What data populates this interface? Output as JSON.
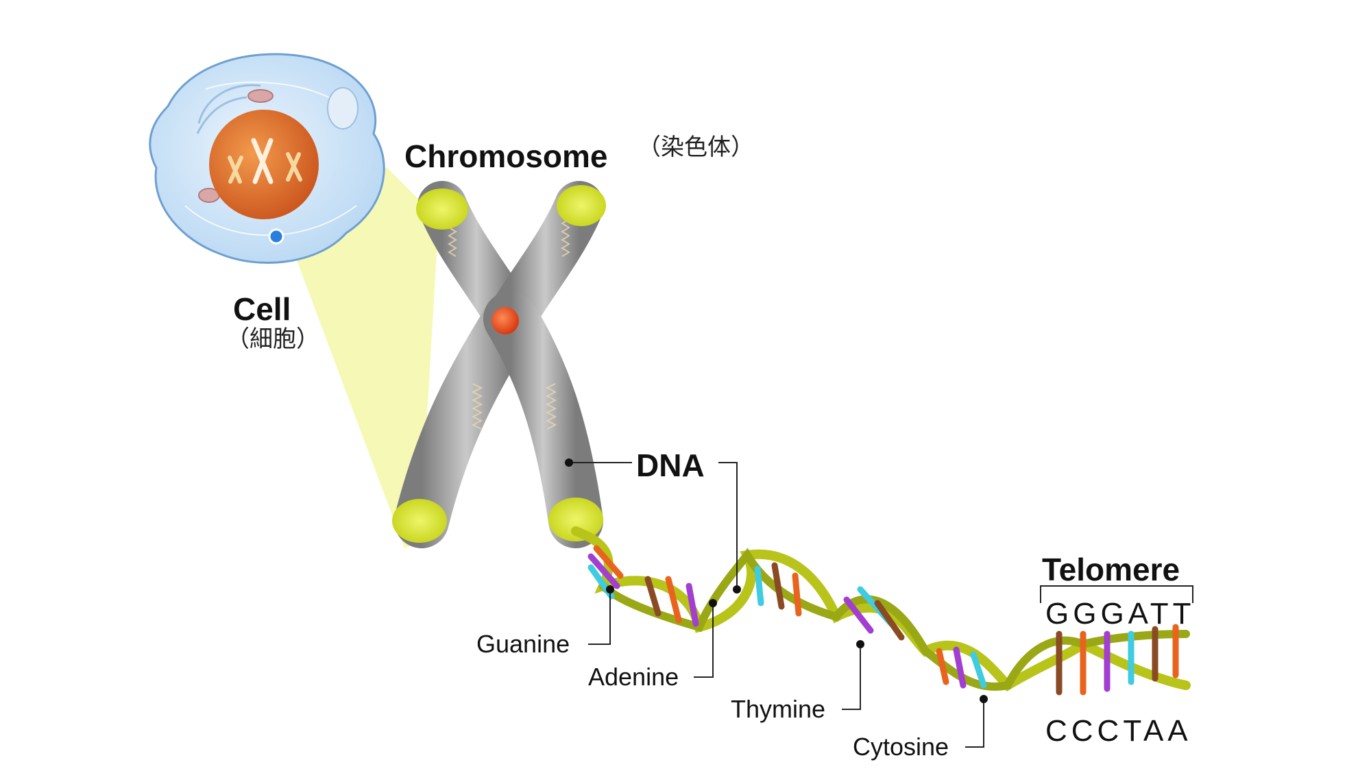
{
  "labels": {
    "cell": "Cell",
    "cell_jp": "（細胞）",
    "chromosome": "Chromosome",
    "chromosome_jp": "（染色体）",
    "dna": "DNA",
    "telomere": "Telomere",
    "telomere_top": "GGGATT",
    "telomere_bottom": "CCCTAA",
    "guanine": "Guanine",
    "adenine": "Adenine",
    "thymine": "Thymine",
    "cytosine": "Cytosine"
  },
  "colors": {
    "backbone": "#b8c41a",
    "chromosome_gray": "#9a9a9a",
    "chromosome_tip": "#d6e51e",
    "centromere": "#e8511f",
    "nucleus": "#e06a1e",
    "cytoplasm": "#cfe4f7",
    "zoom_beam": "#f6f8b0",
    "guanine": "#e8641e",
    "adenine": "#a23ed0",
    "thymine": "#3fcbe0",
    "cytosine": "#8a4a24"
  }
}
